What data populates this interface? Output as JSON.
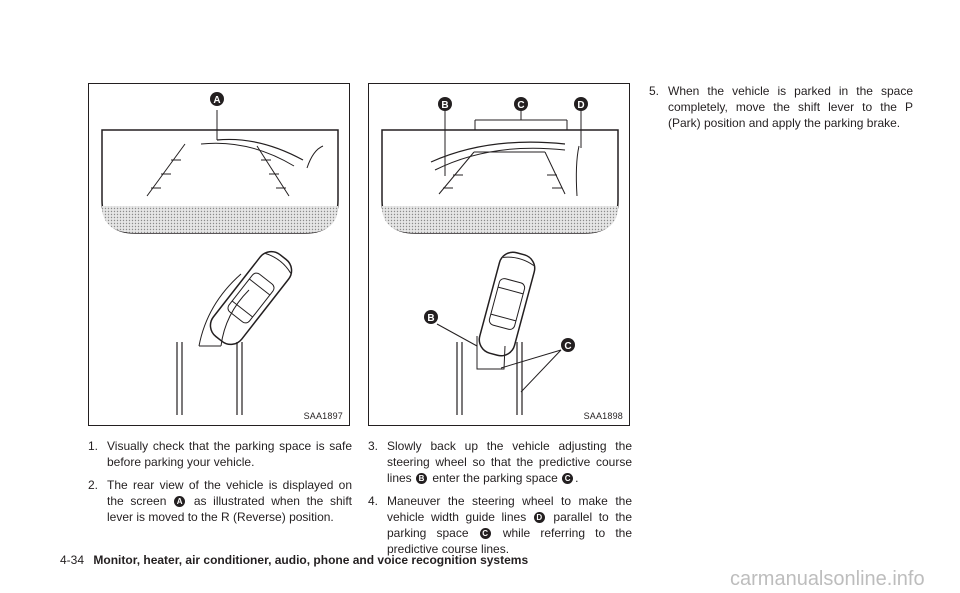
{
  "figures": [
    {
      "code": "SAA1897",
      "labels": [
        "A"
      ]
    },
    {
      "code": "SAA1898",
      "labels": [
        "B",
        "C",
        "D",
        "B",
        "C"
      ]
    }
  ],
  "steps": [
    {
      "num": "1.",
      "parts": [
        "Visually check that the parking space is safe before parking your vehicle."
      ]
    },
    {
      "num": "2.",
      "parts": [
        "The rear view of the vehicle is displayed on the screen",
        "A",
        "as illustrated when the shift lever is moved to the R (Reverse) position."
      ]
    },
    {
      "num": "3.",
      "parts": [
        "Slowly back up the vehicle adjusting the steering wheel so that the predictive course lines",
        "B",
        "enter the parking space",
        "C",
        "."
      ]
    },
    {
      "num": "4.",
      "parts": [
        "Maneuver the steering wheel to make the vehicle width guide lines",
        "D",
        "parallel to the parking space",
        "C",
        "while referring to the predictive course lines."
      ]
    },
    {
      "num": "5.",
      "parts": [
        "When the vehicle is parked in the space completely, move the shift lever to the P (Park) position and apply the parking brake."
      ]
    }
  ],
  "footer": {
    "page": "4-34",
    "section": "Monitor, heater, air conditioner, audio, phone and voice recognition systems"
  },
  "watermark": "carmanualsonline.info"
}
